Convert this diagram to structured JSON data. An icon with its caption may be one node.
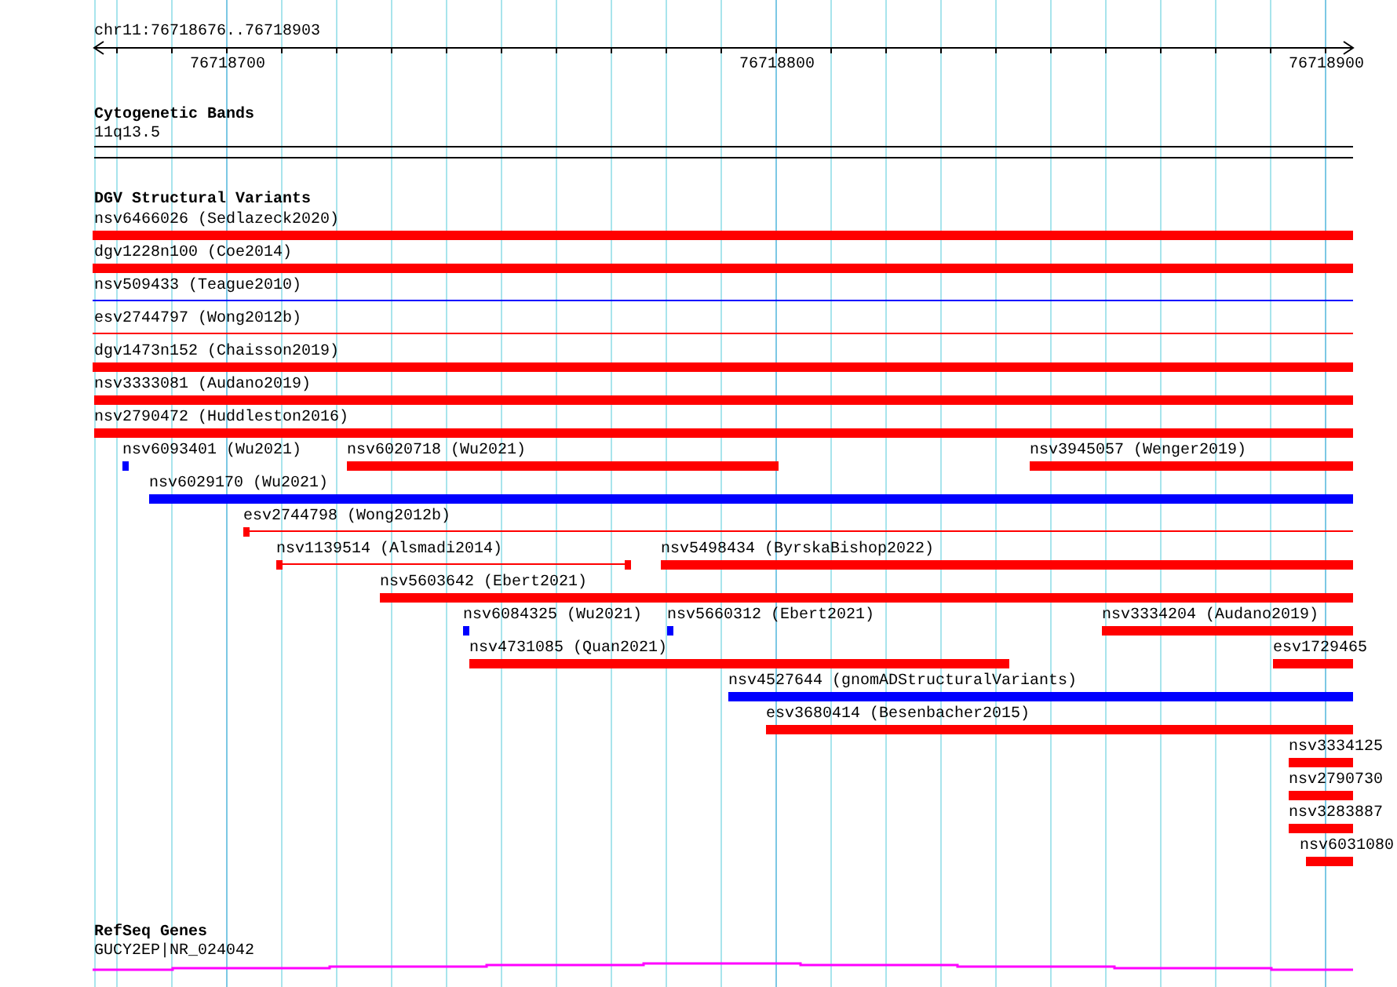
{
  "diagram": {
    "nodes": [
      {
        "text": [
          "nsv6466026 (Sedlazeck2020)"
        ]
      },
      {
        "text": [
          "dgv1228n100 (Coe2014)"
        ]
      },
      {
        "text": [
          "nsv509433 (Teague2010)"
        ]
      },
      {
        "text": [
          "esv2744797 (Wong2012b)"
        ]
      },
      {
        "text": [
          "dgv1473n152 (Chaisson2019)"
        ]
      },
      {
        "text": [
          "nsv3333081 (Audano2019)"
        ]
      },
      {
        "text": [
          "nsv2790472 (Huddleston2016)"
        ]
      },
      {
        "text": [
          "nsv6093401 (Wu2021)"
        ]
      },
      {
        "text": [
          "nsv6020718 (Wu2021)"
        ]
      },
      {
        "text": [
          "nsv3945057 (Wenger2019)"
        ]
      },
      {
        "text": [
          "nsv6029170 (Wu2021)"
        ]
      },
      {
        "text": [
          "esv2744798 (Wong2012b)"
        ]
      },
      {
        "text": [
          "nsv1139514 (Alsmadi2014)"
        ]
      },
      {
        "text": [
          "nsv5498434 (ByrskaBishop2022)"
        ]
      },
      {
        "text": [
          "nsv5603642 (Ebert2021)"
        ]
      },
      {
        "text": [
          "nsv6084325 (Wu2021)"
        ]
      },
      {
        "text": [
          "nsv5660312 (Ebert2021)"
        ]
      },
      {
        "text": [
          "nsv3334204 (Audano2019)"
        ]
      },
      {
        "text": [
          "nsv4731085 (Quan2021)"
        ]
      },
      {
        "text": [
          "esv1729465"
        ]
      },
      {
        "text": [
          "nsv4527644 (gnomADStructuralVariants)"
        ]
      },
      {
        "text": [
          "esv3680414 (Besenbacher2015)"
        ]
      },
      {
        "text": [
          "nsv3334125"
        ]
      },
      {
        "text": [
          "nsv2790730"
        ]
      },
      {
        "text": [
          "nsv3283887"
        ]
      },
      {
        "text": [
          "nsv6031080"
        ]
      }
    ],
    "labels": [
      "chr11:76718676..76718903",
      "76718700",
      "76718800",
      "76718900",
      "Cytogenetic Bands",
      "11q13.5",
      "DGV Structural Variants",
      "RefSeq Genes",
      "GUCY2EP|NR_024042"
    ]
  }
}
